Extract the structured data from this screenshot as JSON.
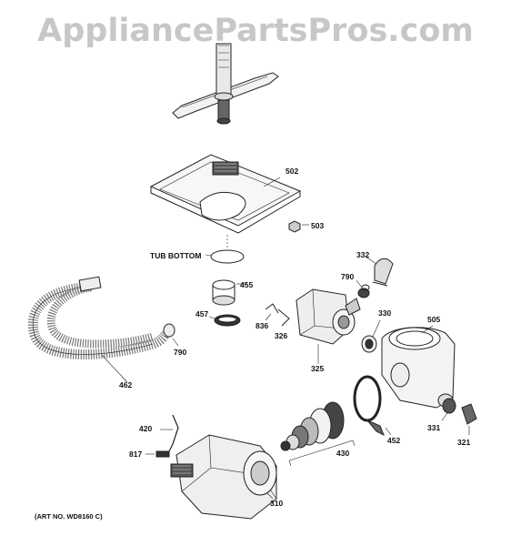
{
  "watermark": "AppliancePartsPros.com",
  "labels": {
    "p502": "502",
    "p503": "503",
    "tub_bottom": "TUB BOTTOM",
    "p332": "332",
    "p790a": "790",
    "p455": "455",
    "p457": "457",
    "p836": "836",
    "p326": "326",
    "p330": "330",
    "p505": "505",
    "p790b": "790",
    "p462": "462",
    "p325": "325",
    "p420": "420",
    "p817": "817",
    "p430": "430",
    "p452": "452",
    "p331": "331",
    "p321": "321",
    "p310": "310"
  },
  "art_number": "(ART NO. WD8160 C)"
}
